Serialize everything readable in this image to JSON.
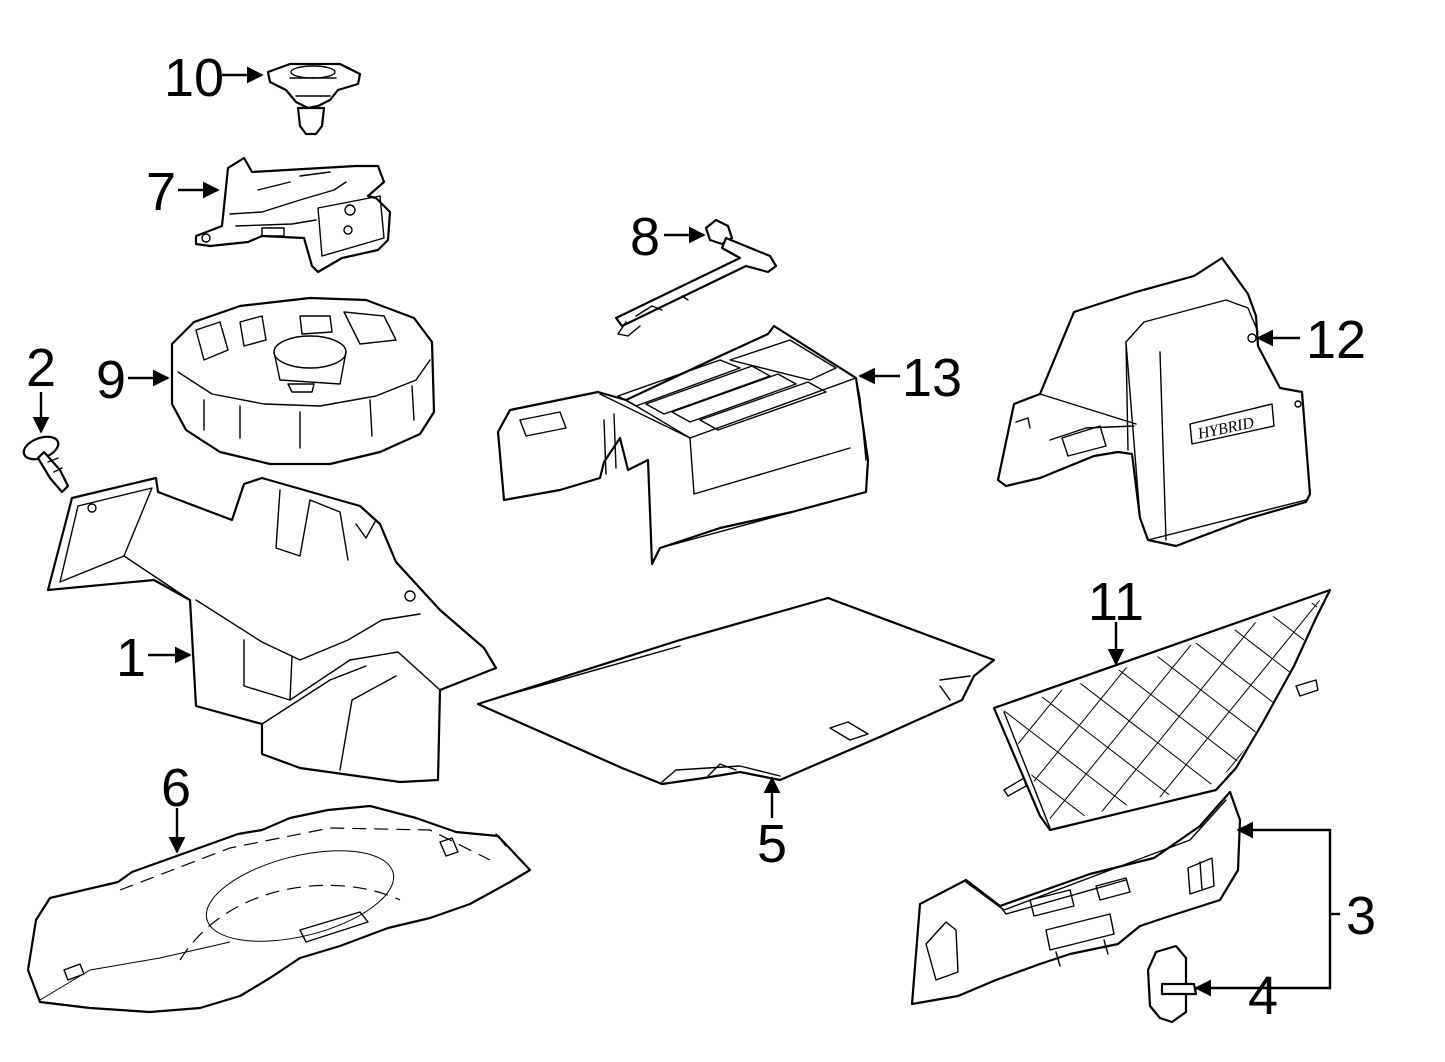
{
  "callouts": [
    {
      "id": "c1",
      "label": "1"
    },
    {
      "id": "c2",
      "label": "2"
    },
    {
      "id": "c3",
      "label": "3"
    },
    {
      "id": "c4",
      "label": "4"
    },
    {
      "id": "c5",
      "label": "5"
    },
    {
      "id": "c6",
      "label": "6"
    },
    {
      "id": "c7",
      "label": "7"
    },
    {
      "id": "c8",
      "label": "8"
    },
    {
      "id": "c9",
      "label": "9"
    },
    {
      "id": "c10",
      "label": "10"
    },
    {
      "id": "c11",
      "label": "11"
    },
    {
      "id": "c12",
      "label": "12"
    },
    {
      "id": "c13",
      "label": "13"
    }
  ],
  "badge_text": "HYBRID",
  "colors": {
    "line": "#000000",
    "background": "#ffffff"
  }
}
